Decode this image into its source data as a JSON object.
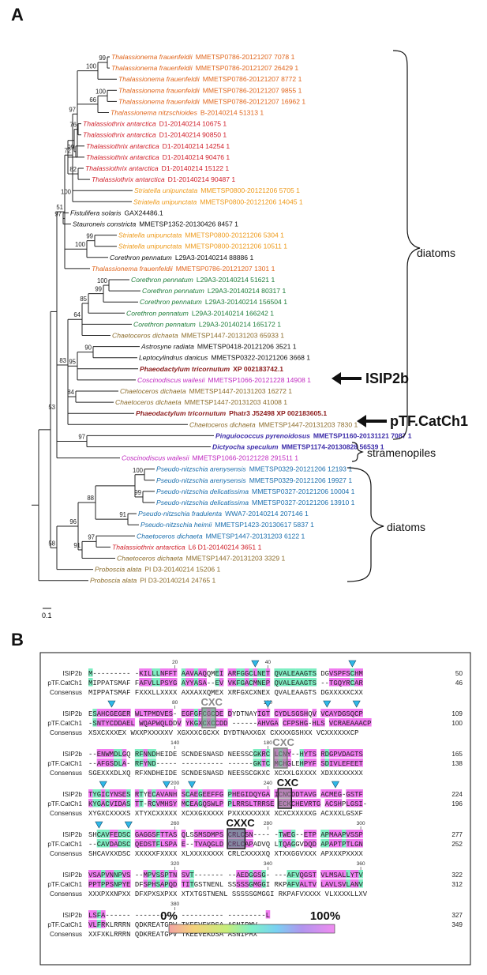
{
  "panel_a": {
    "label": "A",
    "scale_label": "0.1",
    "leaves": [
      {
        "sp": "Thalassionema frauenfeldii",
        "id": "MMETSP0786-20121207 7078 1",
        "color": "#e0661d"
      },
      {
        "sp": "Thalassionema frauenfeldii",
        "id": "MMETSP0786-20121207 26429 1",
        "color": "#e0661d"
      },
      {
        "sp": "Thalassionema frauenfeldii",
        "id": "MMETSP0786-20121207 8772 1",
        "color": "#e0661d"
      },
      {
        "sp": "Thalassionema frauenfeldii",
        "id": "MMETSP0786-20121207 9855 1",
        "color": "#e0661d"
      },
      {
        "sp": "Thalassionema frauenfeldii",
        "id": "MMETSP0786-20121207 16962 1",
        "color": "#e0661d"
      },
      {
        "sp": "Thalassionema nitzschioides",
        "id": "B-20140214 51313 1",
        "color": "#e0661d"
      },
      {
        "sp": "Thalassiothrix antarctica",
        "id": "D1-20140214 10675 1",
        "color": "#d0202a"
      },
      {
        "sp": "Thalassiothrix antarctica",
        "id": "D1-20140214 90850 1",
        "color": "#d0202a"
      },
      {
        "sp": "Thalassiothrix antarctica",
        "id": "D1-20140214 14254 1",
        "color": "#d0202a"
      },
      {
        "sp": "Thalassiothrix antarctica",
        "id": "D1-20140214 90476 1",
        "color": "#d0202a"
      },
      {
        "sp": "Thalassiothrix antarctica",
        "id": "D1-20140214 15122 1",
        "color": "#d0202a"
      },
      {
        "sp": "Thalassiothrix antarctica",
        "id": "D1-20140214 90487 1",
        "color": "#d0202a"
      },
      {
        "sp": "Striatella unipunctata",
        "id": "MMETSP0800-20121206 5705 1",
        "color": "#ee9a1a"
      },
      {
        "sp": "Striatella unipunctata",
        "id": "MMETSP0800-20121206 14045 1",
        "color": "#ee9a1a"
      },
      {
        "sp": "Fistulifera solaris",
        "id": "GAX24486.1",
        "color": "#111111"
      },
      {
        "sp": "Stauroneis constricta",
        "id": "MMETSP1352-20130426 8457 1",
        "color": "#111111"
      },
      {
        "sp": "Striatella unipunctata",
        "id": "MMETSP0800-20121206 5304 1",
        "color": "#ee9a1a"
      },
      {
        "sp": "Striatella unipunctata",
        "id": "MMETSP0800-20121206 10511 1",
        "color": "#ee9a1a"
      },
      {
        "sp": "Corethron pennatum",
        "id": "L29A3-20140214 88886 1",
        "color": "#111111"
      },
      {
        "sp": "Thalassionema frauenfeldii",
        "id": "MMETSP0786-20121207 1301 1",
        "color": "#e0661d"
      },
      {
        "sp": "Corethron pennatum",
        "id": "L29A3-20140214 51621 1",
        "color": "#1e7d3a"
      },
      {
        "sp": "Corethron pennatum",
        "id": "L29A3-20140214 80317 1",
        "color": "#1e7d3a"
      },
      {
        "sp": "Corethron pennatum",
        "id": "L29A3-20140214 156504 1",
        "color": "#1e7d3a"
      },
      {
        "sp": "Corethron pennatum",
        "id": "L29A3-20140214 166242 1",
        "color": "#1e7d3a"
      },
      {
        "sp": "Corethron pennatum",
        "id": "L29A3-20140214 165172 1",
        "color": "#1e7d3a"
      },
      {
        "sp": "Chaetoceros dichaeta",
        "id": "MMETSP1447-20131203 65933 1",
        "color": "#8c6d2c"
      },
      {
        "sp": "Astrosyne radiata",
        "id": "MMETSP0418-20121206 3521 1",
        "color": "#111111"
      },
      {
        "sp": "Leptocylindrus danicus",
        "id": "MMETSP0322-20121206 3668 1",
        "color": "#111111"
      },
      {
        "sp": "Phaeodactylum tricornutum",
        "id": "XP 002183742.1",
        "color": "#8b1a1a",
        "bold": true
      },
      {
        "sp": "Coscinodiscus wailesii",
        "id": "MMETSP1066-20121228 14908 1",
        "color": "#c02ac0"
      },
      {
        "sp": "Chaetoceros dichaeta",
        "id": "MMETSP1447-20131203 16272 1",
        "color": "#8c6d2c"
      },
      {
        "sp": "Chaetoceros dichaeta",
        "id": "MMETSP1447-20131203 41008 1",
        "color": "#8c6d2c"
      },
      {
        "sp": "Phaeodactylum tricornutum",
        "id": "Phatr3 J52498 XP 002183605.1",
        "color": "#8b1a1a",
        "bold": true
      },
      {
        "sp": "Chaetoceros dichaeta",
        "id": "MMETSP1447-20131203 7830 1",
        "color": "#8c6d2c"
      },
      {
        "sp": "Pinguiococcus pyrenoidosus",
        "id": "MMETSP1160-20131121 7087 1",
        "color": "#3a2aa8",
        "bold": true
      },
      {
        "sp": "Dictyocha speculum",
        "id": "MMETSP1174-20130828 56539 1",
        "color": "#3a2aa8",
        "bold": true
      },
      {
        "sp": "Coscinodiscus wailesii",
        "id": "MMETSP1066-20121228 291511 1",
        "color": "#c02ac0"
      },
      {
        "sp": "Pseudo-nitzschia arenysensis",
        "id": "MMETSP0329-20121206 12193 1",
        "color": "#1b6fae"
      },
      {
        "sp": "Pseudo-nitzschia arenysensis",
        "id": "MMETSP0329-20121206 19927 1",
        "color": "#1b6fae"
      },
      {
        "sp": "Pseudo-nitzschia delicatissima",
        "id": "MMETSP0327-20121206 10004 1",
        "color": "#1b6fae"
      },
      {
        "sp": "Pseudo-nitzschia delicatissima",
        "id": "MMETSP0327-20121206 13910 1",
        "color": "#1b6fae"
      },
      {
        "sp": "Pseudo-nitzschia fradulenta",
        "id": "WWA7-20140214 207146 1",
        "color": "#1b6fae"
      },
      {
        "sp": "Pseudo-nitzschia heimii",
        "id": "MMETSP1423-20130617 5837 1",
        "color": "#1b6fae"
      },
      {
        "sp": "Chaetoceros dichaeta",
        "id": "MMETSP1447-20131203 6122 1",
        "color": "#1b6fae"
      },
      {
        "sp": "Thalassiothrix antarctica",
        "id": "L6 D1-20140214 3651 1",
        "color": "#d0202a"
      },
      {
        "sp": "Chaetoceros dichaeta",
        "id": "MMETSP1447-20131203 3329 1",
        "color": "#8c6d2c"
      },
      {
        "sp": "Proboscia alata",
        "id": "PI D3-20140214 15206 1",
        "color": "#8c6d2c"
      },
      {
        "sp": "Proboscia alata",
        "id": "PI D3-20140214 24765 1",
        "color": "#8c6d2c"
      }
    ],
    "bootstraps": [
      "99",
      "100",
      "66",
      "100",
      "97",
      "76",
      "99",
      "79",
      "82",
      "72",
      "100",
      "51",
      "97",
      "99",
      "100",
      "100",
      "99",
      "85",
      "64",
      "90",
      "95",
      "83",
      "53",
      "84",
      "97",
      "100",
      "99",
      "91",
      "88",
      "97",
      "91",
      "96",
      "58"
    ],
    "arrow_labels": [
      "ISIP2b",
      "pTF.CatCh1"
    ],
    "group_labels": [
      "diatoms",
      "stramenopiles",
      "diatoms"
    ]
  },
  "panel_b": {
    "label": "B",
    "row_labels": [
      "ISIP2b",
      "pTF.CatCh1",
      "Consensus"
    ],
    "blocks": [
      {
        "ticks": [
          "20",
          "40"
        ],
        "rows": [
          {
            "s": "M--------- -KILLLNFFT AAVAAQQMEI ARFGGCLNET QVALEAAGTS DGVSPFSCHM",
            "n": "50"
          },
          {
            "s": "MIPPATSMAF FAFVLLPSYG AYYASA--EV VKFGACMNEP QVALEAAGTS --TGQYRCAR",
            "n": "46"
          },
          {
            "s": "MIPPATSMAF FXXXLLXXXX AXXAXXQMEX XRFGXCXNEX QVALEAAGTS DGXXXXXCXX",
            "n": ""
          }
        ]
      },
      {
        "ticks": [
          "80",
          "100"
        ],
        "rows": [
          {
            "s": "ESAHCGEGER WLTPMDVES- EGFGFCGCDE DYDTNAYIGT CYDLSGSHQV VCAYDGSQCP",
            "n": "109"
          },
          {
            "s": "-SNTYCDDAEL WQAPWQLDDV YKGXCXCCDD ------AHVGA CFPSHG-HLS VCRAEAAACP",
            "n": "100"
          },
          {
            "s": "XSXCXXXEX WXXPXXXXXV XGXXXCGCXX DYDTNAXXGX CXXXXGSHXX VCXXXXXXCP",
            "n": ""
          }
        ]
      },
      {
        "ticks": [
          "140",
          "180"
        ],
        "rows": [
          {
            "s": "--ENWMDLGQ RFNNDHEIDE SCNDESNASD NEESSCGKRC LCNY--HYTS RDGPVDAGTS",
            "n": "165"
          },
          {
            "s": "--AFGSDLA- RFYND----- ---------- ------GKTC MCHGLEHPYF SDIVLEFEET",
            "n": "138"
          },
          {
            "s": "SGEXXXDLXQ RFXNDHEIDE SCNDESNASD NEESSCGKXC XCXXLGXXXX XDXXXXXXXX",
            "n": ""
          }
        ]
      },
      {
        "ticks": [
          "200",
          "240"
        ],
        "rows": [
          {
            "s": "TYGICYNSES RTYECAVANH SCAEGEEFFG PHEGIDQYGA ICNCDDTAVG ACMEG-GSTF",
            "n": "224"
          },
          {
            "s": "KYGACVIDAS TT-RCVMHSY MCEAGQSWLP PLRRSLTRRSE ECKCHEVRTG ACSHPLGSI-",
            "n": "196"
          },
          {
            "s": "XYGXCXXXXS XTYXCXXXXX XCXXGXXXXX PXXXXXXXXX XCXCXXXXXG ACXXXLGSXF",
            "n": ""
          }
        ]
      },
      {
        "ticks": [
          "260",
          "280",
          "300"
        ],
        "rows": [
          {
            "s": "SHCAVFEDSC GAGGSFTTAS QLSSMSDMPS CRLCSN---- -TWEG--ETP APMAAPVSSP",
            "n": "277"
          },
          {
            "s": "--CAVDADSC QEDSTFLSPA E--TVAQGLD CRLCAPADVQ LTQAGGVDQD APAPTPTLGN",
            "n": "252"
          },
          {
            "s": "SHCAVXXDSC XXXXXFXXXX XLXXXXXXXX CRLCXXXXXQ XTXXGGVXXX APXXXPXXXX",
            "n": ""
          }
        ]
      },
      {
        "ticks": [
          "320",
          "340",
          "360"
        ],
        "rows": [
          {
            "s": "VSAPVNNPVS --MPVSSPTN SVT------- --AEDGGSG- ---AFVQGST VLMSALLYTV",
            "n": "322"
          },
          {
            "s": "PPTPPSNPYE DFSPHSAPQD TITGSTNENL SSSSSGMGGI RKPAFVALTV LAVLSVLANV",
            "n": "312"
          },
          {
            "s": "XXXPXXNPXX DFXPXSXPXX XTXTGSTNENL SSSSSGMGGI RKPAFVXXXX VLXXXXLLXV",
            "n": ""
          }
        ]
      },
      {
        "ticks": [
          "380"
        ],
        "rows": [
          {
            "s": "LSFA------ ---------- ---------- ---------L",
            "n": "327"
          },
          {
            "s": "VLFRKLRRRN QDKREATGPV TKEEVEKDSA ASNIPMV",
            "n": "349"
          },
          {
            "s": "XXFXKLRRRN QDKREATGPV TKEEVEKDSA ASNIPMX",
            "n": ""
          }
        ]
      }
    ],
    "motifs": [
      "CXC",
      "CXC",
      "CXC",
      "CXXC"
    ],
    "scale_min": "0%",
    "scale_max": "100%"
  }
}
